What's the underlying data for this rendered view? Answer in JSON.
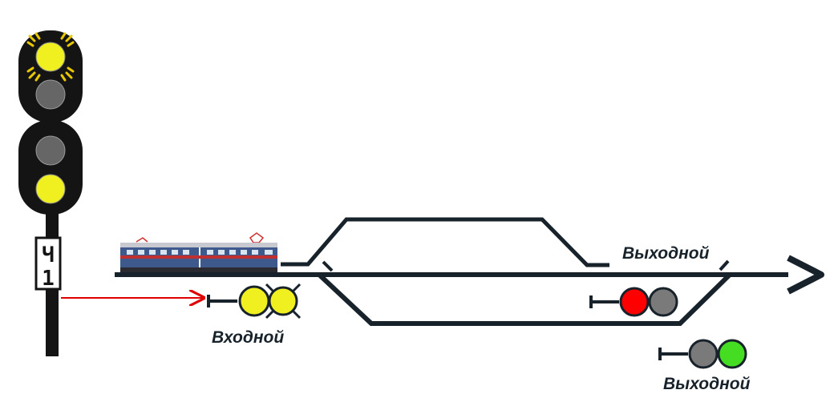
{
  "colors": {
    "track": "#17222b",
    "lamp_yellow": "#f0f020",
    "lamp_off": "#666666",
    "lamp_red": "#ff0000",
    "lamp_green": "#44dd22",
    "pointer": "#e00000"
  },
  "signal_mast": {
    "plate_top": "Ч",
    "plate_bottom": "1",
    "lamps": [
      "flashing-yellow",
      "off",
      "off",
      "yellow"
    ]
  },
  "labels": {
    "entry": "Входной",
    "exit_main": "Выходной",
    "exit_side": "Выходной"
  },
  "small_signals": {
    "entry": [
      "yellow",
      "yellow-flashing"
    ],
    "exit_main": [
      "red",
      "off"
    ],
    "exit_side": [
      "off",
      "green"
    ]
  },
  "icons": [
    "train-icon",
    "arrow-right-icon",
    "pointer-arrow-icon"
  ]
}
